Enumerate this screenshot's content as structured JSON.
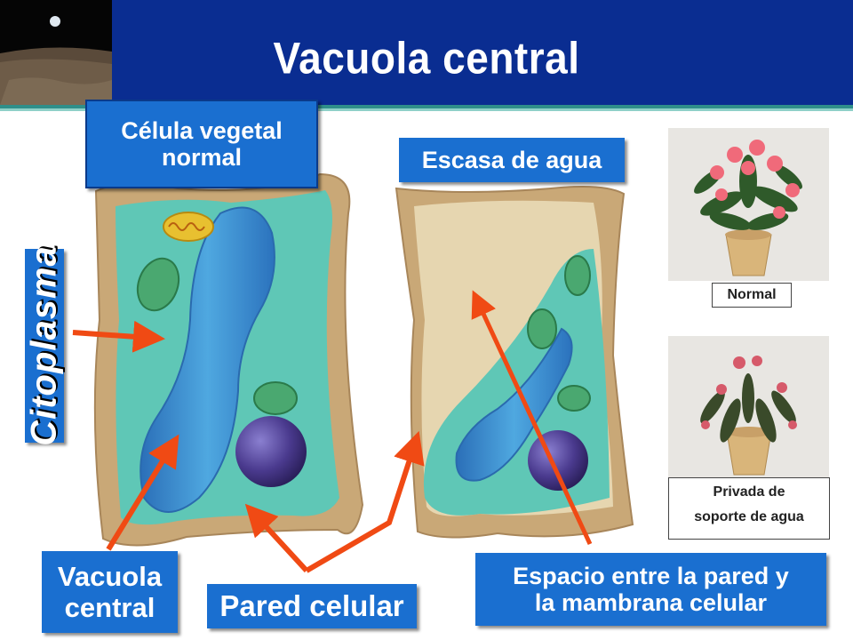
{
  "title": "Vacuola central",
  "labels": {
    "normal_cell_line1": "Célula vegetal",
    "normal_cell_line2": "normal",
    "scarce_water": "Escasa de agua",
    "cytoplasm": "Citoplasma",
    "vacuole_line1": "Vacuola",
    "vacuole_line2": "central",
    "cell_wall": "Pared celular",
    "space_line1": "Espacio entre la pared y",
    "space_line2": "la mambrana celular"
  },
  "plants": {
    "normal_caption": "Normal",
    "deprived_line1": "Privada de",
    "deprived_line2": "soporte de agua"
  },
  "colors": {
    "header": "#0a2d91",
    "label_blue": "#1a6fd0",
    "arrow": "#f04a14",
    "cell_wall": "#c9a877",
    "cytoplasm": "#5fc7b6",
    "vacuole": "#3a8fd0",
    "nucleus": "#4a3a8e"
  }
}
